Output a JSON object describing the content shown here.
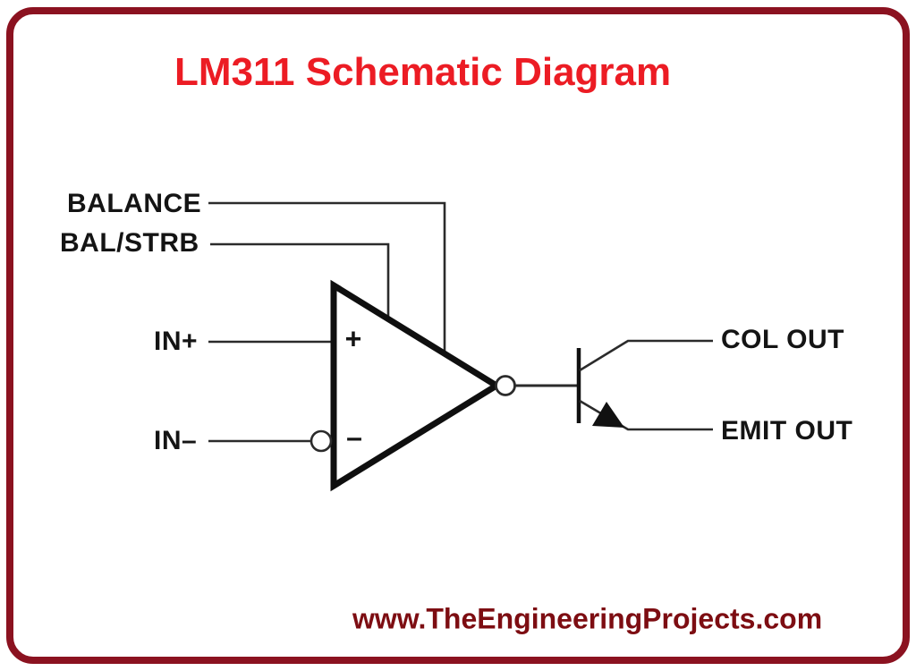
{
  "title": {
    "text": "LM311 Schematic Diagram",
    "color": "#ec1c24"
  },
  "footer": {
    "text": "www.TheEngineeringProjects.com",
    "color": "#7d0d12"
  },
  "frame": {
    "border_color": "#8b1220",
    "background": "#ffffff"
  },
  "schematic": {
    "ink_color": "#141414",
    "labels": {
      "balance": "BALANCE",
      "bal_strb": "BAL/STRB",
      "in_plus": "IN+",
      "in_minus": "IN–",
      "col_out": "COL OUT",
      "emit_out": "EMIT OUT",
      "noninverting_sign": "+",
      "inverting_sign": "–"
    }
  }
}
